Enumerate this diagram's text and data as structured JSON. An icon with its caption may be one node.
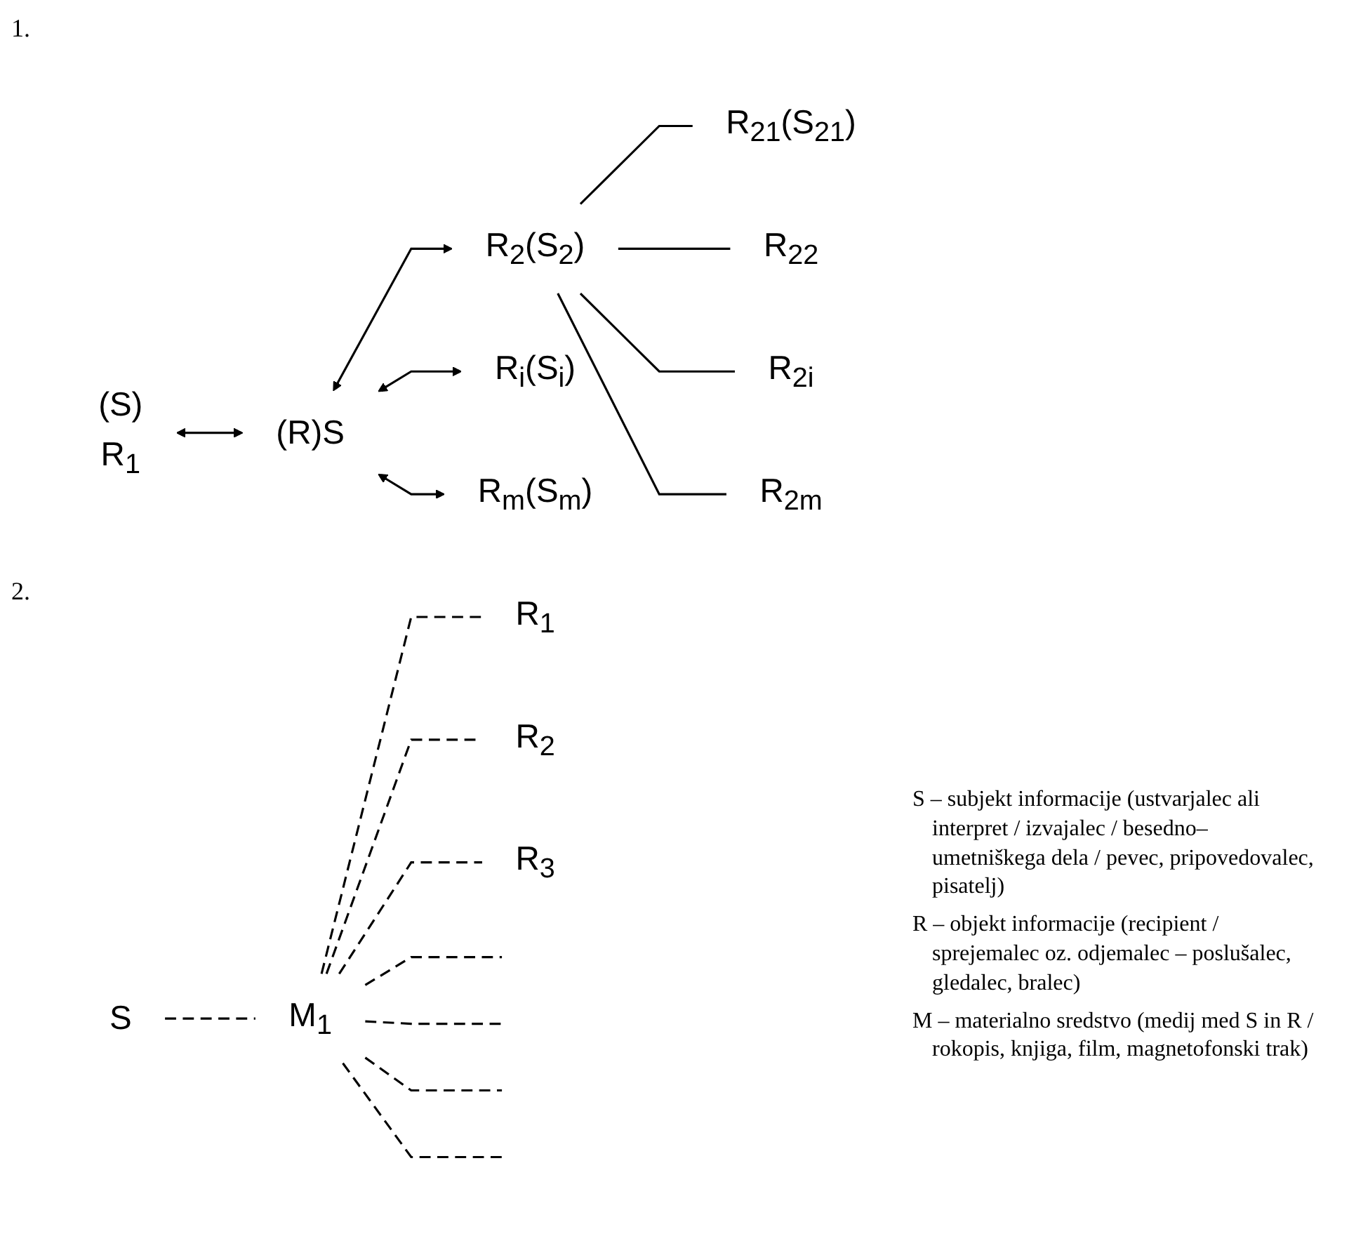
{
  "diagram": {
    "nodes": [
      {
        "text": [
          "(S)",
          "R$_{1}$"
        ]
      },
      {
        "text": [
          "R$_{21}$(S$_{21}$)"
        ]
      },
      {
        "text": [
          "R$_{2}$(S$_{2}$)"
        ]
      },
      {
        "text": [
          "R$_{22}$"
        ]
      },
      {
        "text": [
          "R$_{2i}$"
        ]
      },
      {
        "text": [
          "R$_{2m}$"
        ]
      },
      {
        "text": [
          "(R)S"
        ]
      },
      {
        "text": [
          "R$_{i}$(S$_{i}$)"
        ]
      },
      {
        "text": [
          "R$_{m}$(S$_{m}$)"
        ]
      },
      {
        "text": [
          "R$_{1}$"
        ]
      },
      {
        "text": [
          "S"
        ]
      },
      {
        "text": [
          "M$_{1}$"
        ]
      },
      {
        "text": [
          "R$_{2}$"
        ]
      },
      {
        "text": [
          "R$_{3}$"
        ]
      }
    ],
    "edges": [
      {
        "from": 0,
        "to": 6,
        "arrow": "both"
      },
      {
        "from": 6,
        "to": 2,
        "arrow": "both"
      },
      {
        "from": 6,
        "to": 7,
        "arrow": "both"
      },
      {
        "from": 6,
        "to": 8,
        "arrow": "both"
      },
      {
        "from": 2,
        "to": 1,
        "arrow": "none"
      },
      {
        "from": 2,
        "to": 3,
        "arrow": "none"
      },
      {
        "from": 2,
        "to": 4,
        "arrow": "none"
      },
      {
        "from": 2,
        "to": 5,
        "arrow": "none"
      },
      {
        "from": 11,
        "to": 9,
        "arrow": "none",
        "style": "dashed"
      },
      {
        "from": 10,
        "to": 11,
        "arrow": "none",
        "style": "dashed"
      },
      {
        "from": 11,
        "to": 12,
        "arrow": "none",
        "style": "dashed"
      },
      {
        "from": 11,
        "to": 13,
        "arrow": "none",
        "style": "dashed"
      },
      {
        "from": 11,
        "to": null,
        "arrow": "none",
        "style": "dashed"
      },
      {
        "from": 11,
        "to": null,
        "arrow": "none",
        "style": "dashed"
      },
      {
        "from": 11,
        "to": null,
        "arrow": "none",
        "style": "dashed"
      },
      {
        "from": 11,
        "to": null,
        "arrow": "none",
        "style": "dashed"
      }
    ],
    "labels": [
      "1.",
      "2.",
      "S – subjekt informacije (ustvarjalec ali interpret / izvajalec / besedno–umetniškega dela / pevec, pripovedovalec, pisatelj)",
      "R – objekt informacije (recipient / sprejemalec oz. odjemalec – poslušalec, gledalec, bralec)",
      "M – materialno sredstvo (medij med S in R / rokopis, knjiga, film, magnetofonski trak)"
    ]
  }
}
